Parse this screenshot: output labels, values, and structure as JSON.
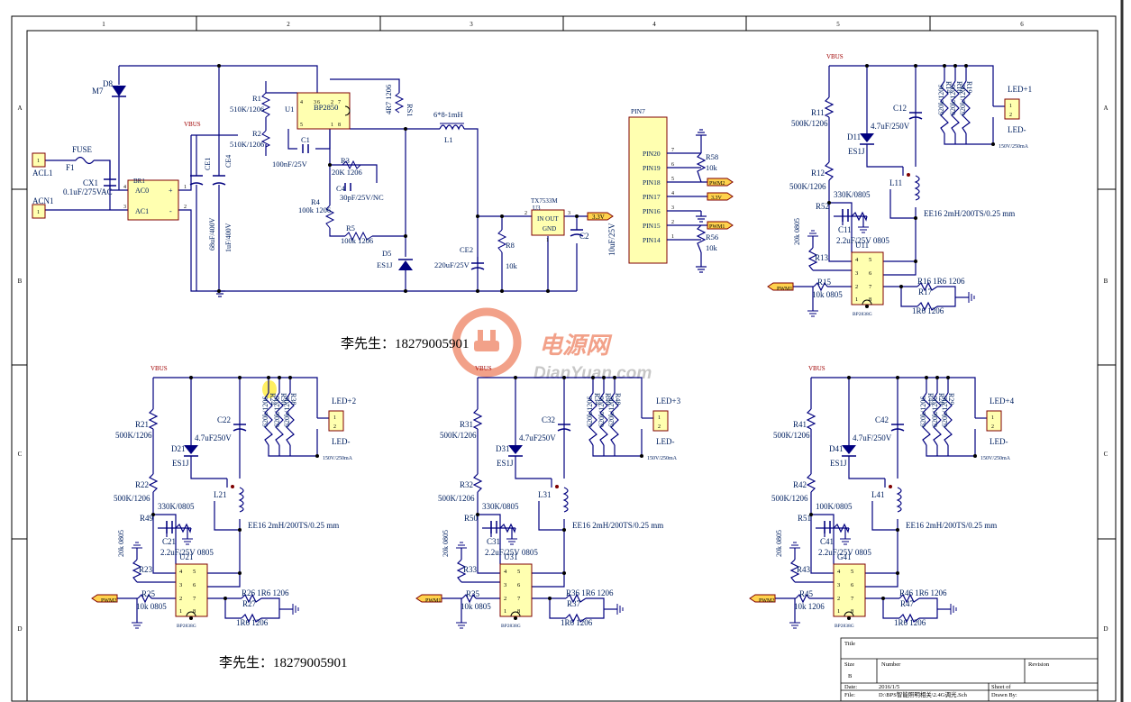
{
  "border": {
    "columns": [
      "1",
      "2",
      "3",
      "4",
      "5",
      "6"
    ],
    "rows": [
      "A",
      "B",
      "C",
      "D"
    ]
  },
  "contact": {
    "top": "李先生：18279005901",
    "bottom": "李先生：18279005901"
  },
  "watermark": {
    "cn": "电源网",
    "en": "DianYuan.com"
  },
  "title_block": {
    "title_label": "Title",
    "size_label": "Size",
    "size_value": "B",
    "number_label": "Number",
    "revision_label": "Revision",
    "date_label": "Date:",
    "date_value": "2016/1/5",
    "sheet_label": "Sheet   of",
    "file_label": "File:",
    "file_value": "D:\\BPS智能照明相关\\2.4G调光.Sch",
    "drawn_label": "Drawn By:"
  },
  "input_stage": {
    "labels": [
      "M7",
      "D8",
      "FUSE",
      "F1",
      "ACL1",
      "ACN1",
      "CX1",
      "0.1uF/275VAC",
      "BR1",
      "AC0",
      "AC1",
      "+",
      "-",
      "VBUS",
      "CE1",
      "68uF/400V",
      "CE4",
      "1uF/400V"
    ],
    "pins": [
      "1",
      "1",
      "4",
      "3",
      "1",
      "2"
    ]
  },
  "buck_stage": {
    "labels": [
      "R1",
      "510K/1206",
      "R2",
      "510K/1206",
      "U1",
      "BP2850",
      "C1",
      "100nF/25V",
      "R3",
      "20K 1206",
      "C4",
      "30pF/25V/NC",
      "R4",
      "100k 1206",
      "R5",
      "100k 1206",
      "RS1",
      "4R7 1206",
      "6*8-1mH",
      "L1",
      "D5",
      "ES1J",
      "CE2",
      "220uF/25V",
      "R8",
      "10k"
    ],
    "pins": [
      "4",
      "5",
      "3",
      "6",
      "2",
      "7",
      "1",
      "8"
    ]
  },
  "regulator": {
    "labels": [
      "TX7533M",
      "U3",
      "IN OUT",
      "GND",
      "C2",
      "10uF/25V",
      "3.3V"
    ],
    "pins": [
      "2",
      "3",
      "1"
    ]
  },
  "connector": {
    "title": "PIN7",
    "pins": [
      "PIN20",
      "PIN19",
      "PIN18",
      "PIN17",
      "PIN16",
      "PIN15",
      "PIN14"
    ],
    "numbers": [
      "7",
      "6",
      "5",
      "4",
      "3",
      "2",
      "1"
    ],
    "labels": [
      "R58",
      "10k",
      "R56",
      "10k",
      "PWM2",
      "3.3V",
      "PWM1"
    ]
  },
  "channel_pin_numbers": [
    "4",
    "5",
    "3",
    "6",
    "2",
    "7",
    "1",
    "8"
  ],
  "channel1": {
    "labels": [
      "VBUS",
      "R11",
      "500K/1206",
      "R12",
      "500K/1206",
      "D11",
      "ES1J",
      "4.7uF/250V",
      "C12",
      "R14",
      "R18",
      "R19",
      "620k/1206",
      "620k/1206",
      "620k/1206",
      "LED+1",
      "LED-",
      "150V/250mA",
      "L11",
      "EE16  2mH/200TS/0.25 mm",
      "330K/0805",
      "R52",
      "C11",
      "2.2uF/25V  0805",
      "U11",
      "20k  0805",
      "R13",
      "R15",
      "10k  0805",
      "PWM1",
      "R16  1R6     1206",
      "R17",
      "1R6       1206",
      "BP2838G"
    ]
  },
  "channel2": {
    "labels": [
      "VBUS",
      "R21",
      "500K/1206",
      "R22",
      "500K/1206",
      "D21",
      "ES1J",
      "4.7uF250V",
      "C22",
      "R24",
      "R30",
      "R38",
      "620k/1206",
      "620k/1206",
      "620k/1206",
      "LED+2",
      "LED-",
      "150V/250mA",
      "L21",
      "EE16  2mH/200TS/0.25 mm",
      "330K/0805",
      "R49",
      "C21",
      "2.2uF/25V  0805",
      "U21",
      "20k  0805",
      "R23",
      "R25",
      "10k  0805",
      "PWM2",
      "R26  1R6     1206",
      "R27",
      "1R6  1206",
      "BP2838G"
    ]
  },
  "channel3": {
    "labels": [
      "VBUS",
      "R31",
      "500K/1206",
      "R32",
      "500K/1206",
      "D31",
      "ES1J",
      "4.7uF250V",
      "C32",
      "R34",
      "R40",
      "R48",
      "620k/1206",
      "620k/1206",
      "620k/1206",
      "LED+3",
      "LED-",
      "150V/250mA",
      "L31",
      "EE16  2mH/200TS/0.25 mm",
      "330K/0805",
      "R50",
      "C31",
      "2.2uF/25V  0805",
      "U31",
      "20k  0805",
      "R33",
      "R35",
      "10k 0805",
      "PWM1",
      "R36  1R6     1206",
      "R37",
      "1R6    1206",
      "BP2838G"
    ]
  },
  "channel4": {
    "labels": [
      "VBUS",
      "R41",
      "500K/1206",
      "R42",
      "500K/1206",
      "D41",
      "ES1J",
      "4.7uF/250V",
      "C42",
      "R44",
      "R28",
      "R29",
      "620k/1206",
      "620k/1206",
      "620k/1206",
      "LED+4",
      "LED-",
      "150V/250mA",
      "L41",
      "EE16  2mH/200TS/0.25 mm",
      "100K/0805",
      "R51",
      "C41",
      "2.2uF/25V  0805",
      "G41",
      "20k  0805",
      "R43",
      "R45",
      "10k 1206",
      "PWM2",
      "R46  1R6     1206",
      "R47",
      "1R6     1206",
      "BP2838G"
    ]
  },
  "colors": {
    "wire": "#00007f",
    "text": "#000080",
    "label": "#002060",
    "ic_fill": "#ffffb0",
    "ic_stroke": "#7f0000",
    "net_flag": "#ffd24d",
    "power": "#a00000",
    "diode": "#00007f",
    "border": "#000000",
    "watermark": "#e8552a"
  }
}
